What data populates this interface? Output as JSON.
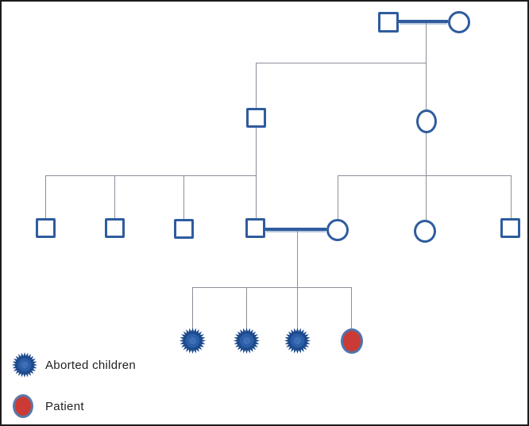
{
  "figure": {
    "type": "pedigree-chart",
    "legend": {
      "items": [
        {
          "icon": "aborted-starburst-icon",
          "label": "Aborted children"
        },
        {
          "icon": "patient-circle-icon",
          "label": "Patient"
        }
      ]
    },
    "colors": {
      "symbol_outline": "#2e5c9e",
      "aborted_fill_dark": "#1d4a8c",
      "aborted_fill_mid": "#2b5ea8",
      "aborted_fill_light": "#3e6fb5",
      "patient_fill": "#cb3a35",
      "patient_ring": "#4f74ab",
      "connector_line": "#8a8f98",
      "page_border": "#1c1c1c"
    },
    "structure": {
      "generation_1": {
        "members": "1 male (square) married to 1 female (circle), consanguineous thick marriage line"
      },
      "generation_2": {
        "members": "1 male (square), 1 female (circle)"
      },
      "generation_3": {
        "left_sibship": "4 males (squares), children of generation-2 male",
        "right_sibship": "2 females (circles) and 1 male (square), children of generation-2 female",
        "marriage": "4th left male married to 1st right female, thick marriage line"
      },
      "generation_4": {
        "members": "3 aborted children (starburst symbols) and 1 patient (red-filled circle)"
      },
      "counts": {
        "aborted_children": 3,
        "patients": 1
      }
    }
  }
}
